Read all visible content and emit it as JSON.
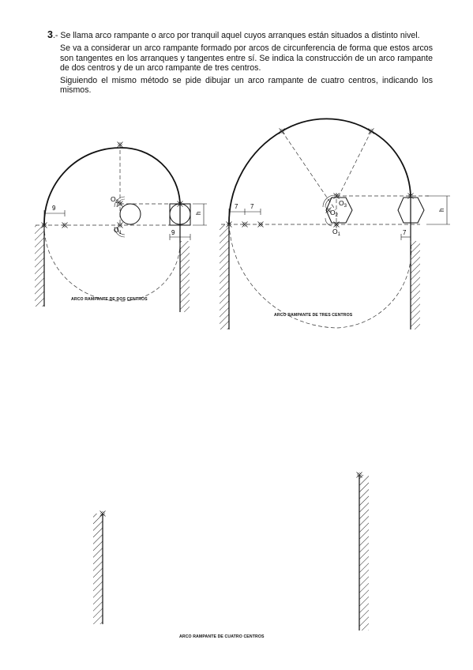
{
  "exercise": {
    "number": "3",
    "sep": ".- ",
    "p1": "Se llama arco rampante o arco por tranquil aquel cuyos arranques están situados a distinto nivel.",
    "p2": "Se va a considerar un arco rampante formado por arcos de circunferencia de forma que estos arcos son tangentes en los arranques y tangentes entre sí. Se indica la construcción de un arco rampante de dos centros y de un arco rampante de tres centros.",
    "p3": "Siguiendo el mismo método se pide dibujar un arco rampante de cuatro centros, indicando los mismos."
  },
  "figure1": {
    "caption": "ARCO RAMPANTE DE DOS CENTROS",
    "dim_left": "9",
    "dim_bottom": "9",
    "dim_h": "h",
    "o1_main": "O",
    "o1_sub": "1",
    "o2_main": "O",
    "o2_sub": "2"
  },
  "figure2": {
    "caption": "ARCO RAMPANTE DE TRES CENTROS",
    "dim_a": "7",
    "dim_b": "7",
    "dim_bottom": "7",
    "dim_h": "h",
    "o1_main": "O",
    "o1_sub": "1",
    "o2_main": "O",
    "o2_sub": "2",
    "o3_main": "O",
    "o3_sub": "3"
  },
  "figure3": {
    "caption": "ARCO RAMPANTE DE CUATRO CENTROS"
  }
}
